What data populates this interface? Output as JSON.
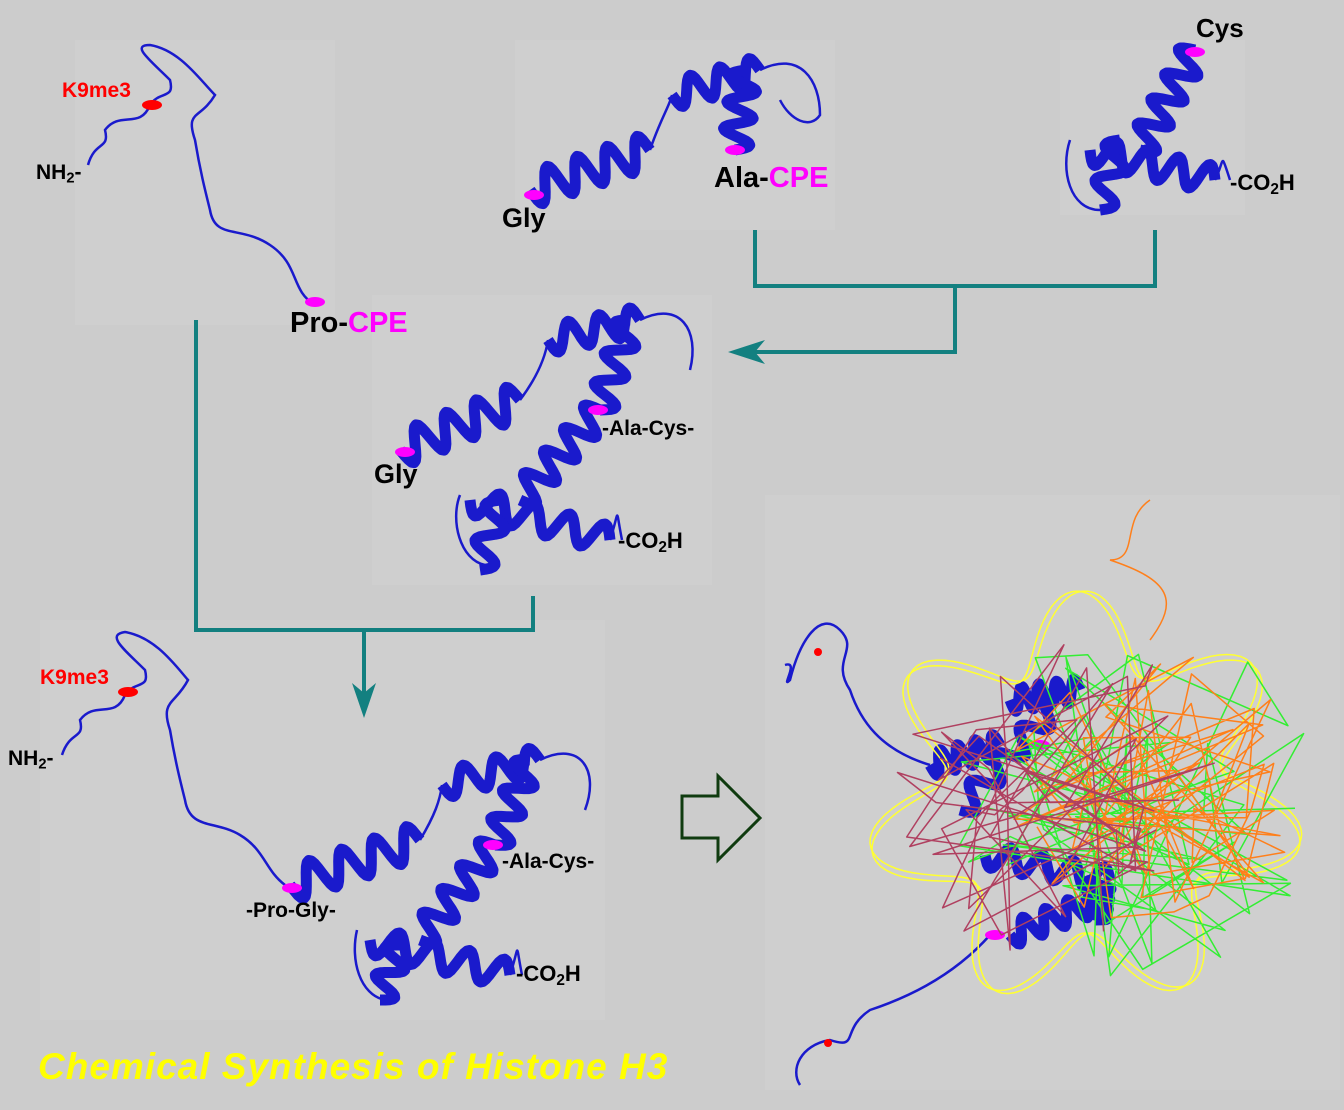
{
  "title": "Chemical Synthesis of Histone H3",
  "fragment_n": {
    "mod": "K9me3",
    "nterm": "NH",
    "nterm_sub": "2",
    "nterm_dash": "-",
    "cterm_res": "Pro-",
    "cterm_ester": "CPE"
  },
  "fragment_mid": {
    "nterm": "Gly",
    "cterm_res": "Ala-",
    "cterm_ester": "CPE"
  },
  "fragment_c": {
    "nterm": "Cys",
    "cterm_pre": "-CO",
    "cterm_sub": "2",
    "cterm_post": "H"
  },
  "ligated_mc": {
    "nterm": "Gly",
    "junction": "-Ala-Cys-",
    "cterm_pre": "-CO",
    "cterm_sub": "2",
    "cterm_post": "H"
  },
  "full_h3": {
    "mod": "K9me3",
    "nterm": "NH",
    "nterm_sub": "2",
    "nterm_dash": "-",
    "junction1": "-Pro-Gly-",
    "junction2": "-Ala-Cys-",
    "cterm_pre": "-CO",
    "cterm_sub": "2",
    "cterm_post": "H"
  },
  "colors": {
    "helix": "#1a1acc",
    "ligation_site": "#ff00ff",
    "modification": "#ff0000",
    "arrow": "#138080",
    "title": "#ffff00"
  }
}
